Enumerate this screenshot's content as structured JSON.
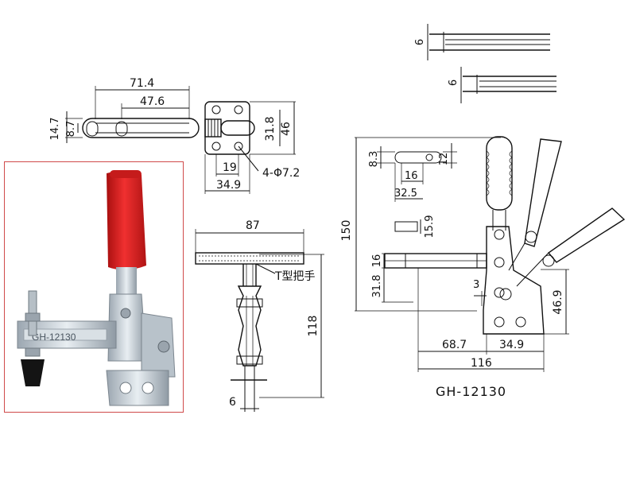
{
  "model": "GH-12130",
  "handle_note": "T型把手",
  "dimensions": {
    "overall_length": "71.4",
    "arm_length": "47.6",
    "arm_height_outer": "14.7",
    "arm_height_inner": "8.7",
    "base_width": "46",
    "hole_spacing_v": "31.8",
    "hole_spacing_h": "19",
    "base_depth": "34.9",
    "mount_holes": "4-Φ7.2",
    "bar_thickness_top": "6",
    "bar_thickness_mid": "6",
    "handle_width": "87",
    "t_handle_height": "118",
    "bottom_thickness": "6",
    "total_height": "150",
    "spindle_height": "8.3",
    "spindle_slot": "16",
    "spindle_span": "32.5",
    "spindle_dia": "12",
    "tip_height": "15.9",
    "base_16": "16",
    "base_31_8": "31.8",
    "offset_3": "3",
    "offset_46_9": "46.9",
    "reach_68_7": "68.7",
    "base_34_9": "34.9",
    "total_width": "116"
  },
  "photo": {
    "label": "GH-12130",
    "handle_color": "#e02020",
    "metal_color": "#cfd6dc"
  }
}
